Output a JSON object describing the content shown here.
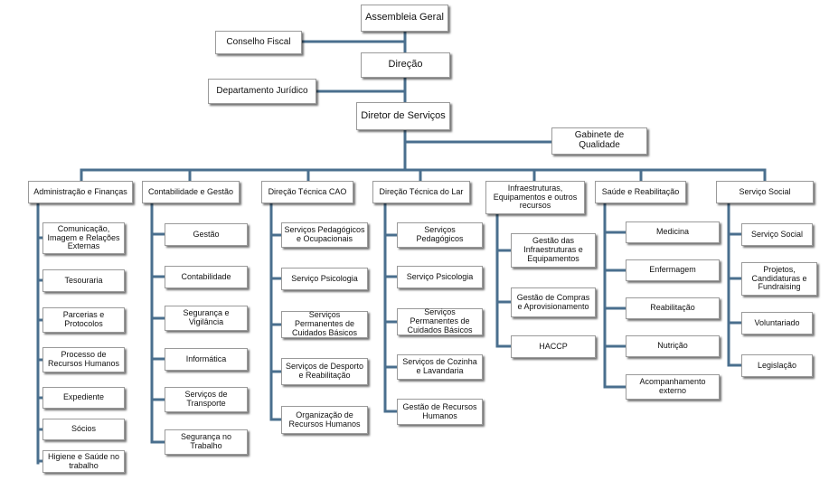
{
  "colors": {
    "connector": "#4a6f8e",
    "box_border": "#9a9a9a"
  },
  "top": {
    "assembleia": "Assembleia Geral",
    "conselho_fiscal": "Conselho Fiscal",
    "direcao": "Direção",
    "departamento_juridico": "Departamento Jurídico",
    "diretor_servicos": "Diretor de Serviços",
    "gabinete_qualidade": "Gabinete de Qualidade"
  },
  "departments": [
    {
      "label": "Administração e Finanças",
      "children": [
        "Comunicação, Imagem e Relações Externas",
        "Tesouraria",
        "Parcerias e Protocolos",
        "Processo de Recursos Humanos",
        "Expediente",
        "Sócios",
        "Higiene e Saúde no trabalho"
      ]
    },
    {
      "label": "Contabilidade e Gestão",
      "children": [
        "Gestão",
        "Contabilidade",
        "Segurança e Vigilância",
        "Informática",
        "Serviços de Transporte",
        "Segurança no Trabalho"
      ]
    },
    {
      "label": "Direção Técnica CAO",
      "children": [
        "Serviços Pedagógicos e Ocupacionais",
        "Serviço Psicologia",
        "Serviços Permanentes de Cuidados Básicos",
        "Serviços de Desporto e Reabilitação",
        "Organização de Recursos Humanos"
      ]
    },
    {
      "label": "Direção Técnica do Lar",
      "children": [
        "Serviços Pedagógicos",
        "Serviço Psicologia",
        "Serviços Permanentes de Cuidados Básicos",
        "Serviços de Cozinha e Lavandaria",
        "Gestão de Recursos Humanos"
      ]
    },
    {
      "label": "Infraestruturas, Equipamentos e outros recursos",
      "children": [
        "Gestão das Infraestruturas e Equipamentos",
        "Gestão de Compras e Aprovisionamento",
        "HACCP"
      ]
    },
    {
      "label": "Saúde e Reabilitação",
      "children": [
        "Medicina",
        "Enfermagem",
        "Reabilitação",
        "Nutrição",
        "Acompanhamento externo"
      ]
    },
    {
      "label": "Serviço  Social",
      "children": [
        "Serviço Social",
        "Projetos, Candidaturas e Fundraising",
        "Voluntariado",
        "Legislação"
      ]
    }
  ]
}
